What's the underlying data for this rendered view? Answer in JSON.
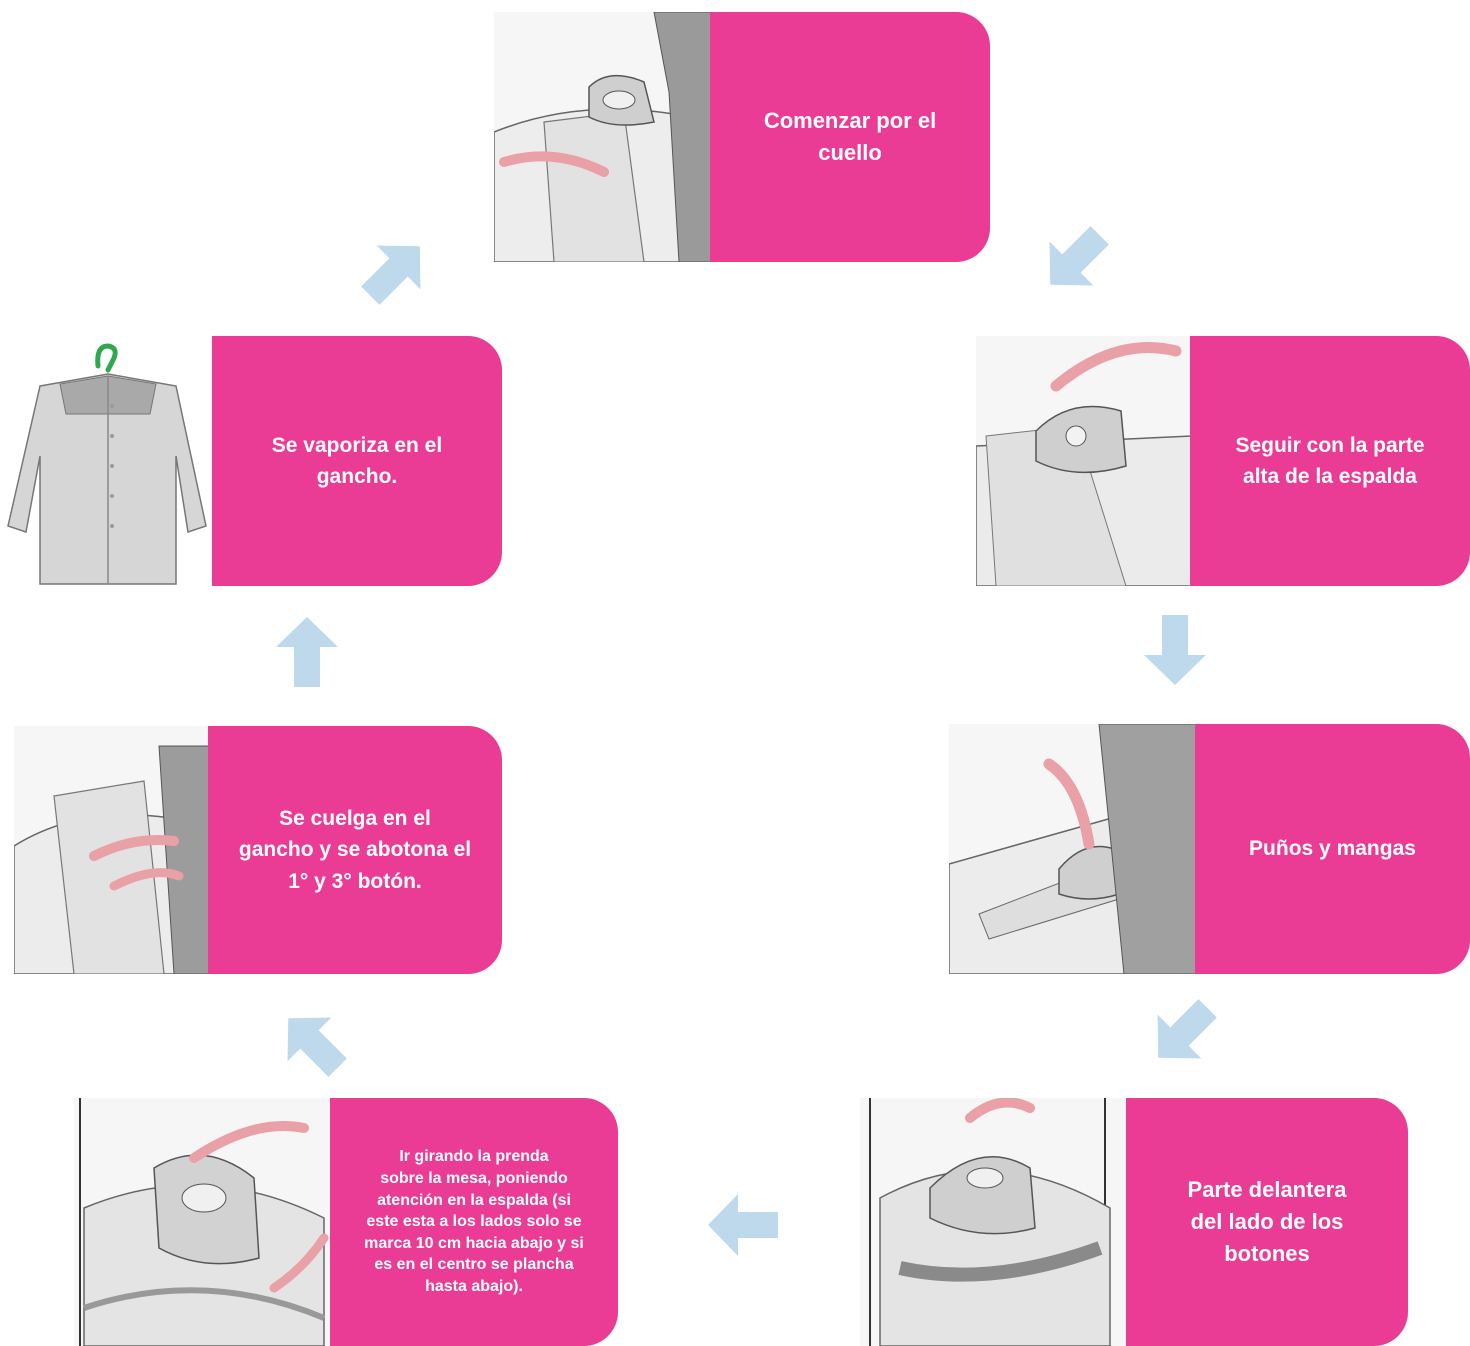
{
  "steps": [
    {
      "label": "Comenzar por el cuello",
      "lines": [
        "Comenzar por el",
        "cuello"
      ]
    },
    {
      "label": "Seguir con la parte alta de la espalda",
      "lines": [
        "Seguir con la parte",
        "alta de la espalda"
      ]
    },
    {
      "label": "Puños y mangas",
      "lines": [
        "Puños y mangas"
      ]
    },
    {
      "label": "Parte delantera del lado de los botones",
      "lines": [
        "Parte delantera",
        "del lado de los",
        "botones"
      ]
    },
    {
      "label": "Ir girando la prenda sobre la mesa, poniendo atención en la espalda (si este esta a los lados solo se marca 10 cm hacia abajo y si es en el centro se plancha hasta abajo).",
      "lines": [
        "Ir girando la prenda",
        "sobre la mesa, poniendo",
        "atención en la espalda (si",
        "este esta a los lados solo se",
        "marca 10 cm hacia abajo y si",
        "es en el centro se  plancha",
        "hasta abajo)."
      ]
    },
    {
      "label": "Se cuelga en el gancho y se abotona el 1° y 3° botón.",
      "lines": [
        "Se cuelga en el",
        "gancho y se abotona el",
        "1° y 3° botón."
      ]
    },
    {
      "label": "Se vaporiza en el gancho.",
      "lines": [
        "Se vaporiza en el",
        "gancho."
      ]
    }
  ],
  "colors": {
    "card": "#ea3c95",
    "arrow": "#bed9ec",
    "text": "#ffffff"
  },
  "icons": [
    "collar-ironing-illustration",
    "upper-back-ironing-illustration",
    "sleeve-ironing-illustration",
    "front-ironing-illustration",
    "rotate-ironing-illustration",
    "hanging-shirt-illustration",
    "shirt-on-hanger-illustration"
  ]
}
